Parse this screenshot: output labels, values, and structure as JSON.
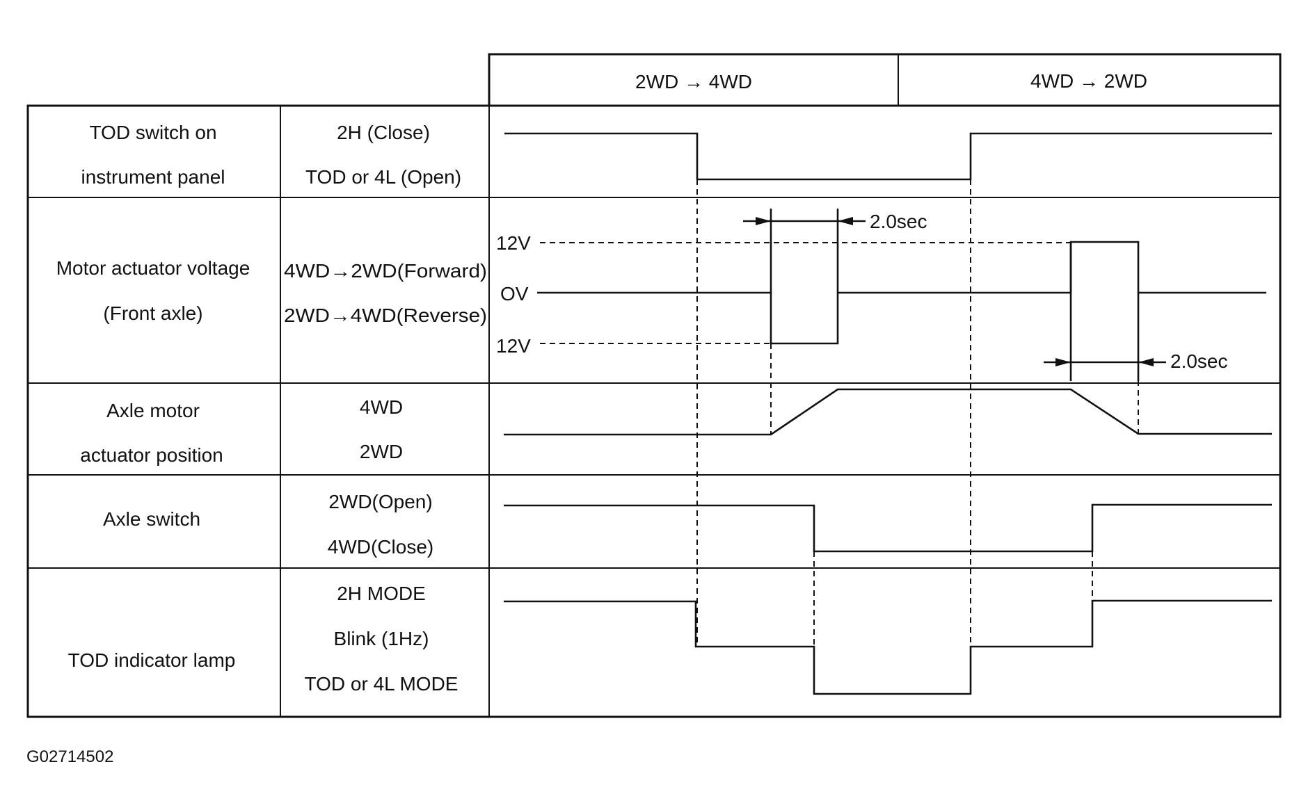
{
  "header": {
    "col1": "2WD → 4WD",
    "col2": "4WD → 2WD"
  },
  "rows": [
    {
      "name": [
        "TOD switch on",
        "instrument panel"
      ],
      "states": [
        "2H (Close)",
        "TOD or 4L (Open)"
      ]
    },
    {
      "name": [
        "Motor actuator voltage",
        "(Front axle)"
      ],
      "states": [
        "4WD→2WD(Forward)",
        "2WD→4WD(Reverse)"
      ]
    },
    {
      "name": [
        "Axle motor",
        "actuator position"
      ],
      "states": [
        "4WD",
        "2WD"
      ]
    },
    {
      "name": [
        "Axle switch"
      ],
      "states": [
        "2WD(Open)",
        "4WD(Close)"
      ]
    },
    {
      "name": [
        "TOD indicator lamp"
      ],
      "states": [
        "2H MODE",
        "Blink (1Hz)",
        "TOD or 4L MODE"
      ]
    }
  ],
  "voltage_labels": {
    "top": "12V",
    "mid": "OV",
    "bottom": "12V"
  },
  "timing": {
    "first": "2.0sec",
    "second": "2.0sec"
  },
  "figure_id": "G02714502"
}
